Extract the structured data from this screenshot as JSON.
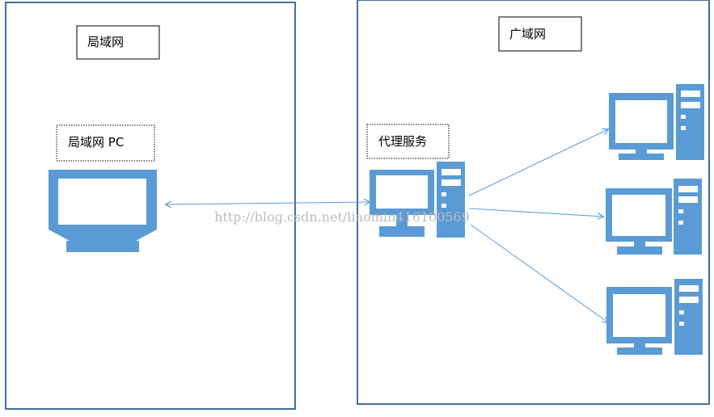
{
  "labels": {
    "lan": "局域网",
    "wan": "广域网",
    "lan_pc": "局域网 PC",
    "proxy": "代理服务"
  },
  "watermark": "http://blog.csdn.net/liaomin416100569",
  "colors": {
    "device": "#5b9bd5",
    "frame": "#41719c",
    "arrow": "#5b9bd5"
  },
  "icons": {
    "lan_pc": "monitor-icon",
    "proxy": "desktop-computer-icon",
    "wan_clients": [
      "desktop-computer-icon",
      "desktop-computer-icon",
      "desktop-computer-icon"
    ]
  }
}
